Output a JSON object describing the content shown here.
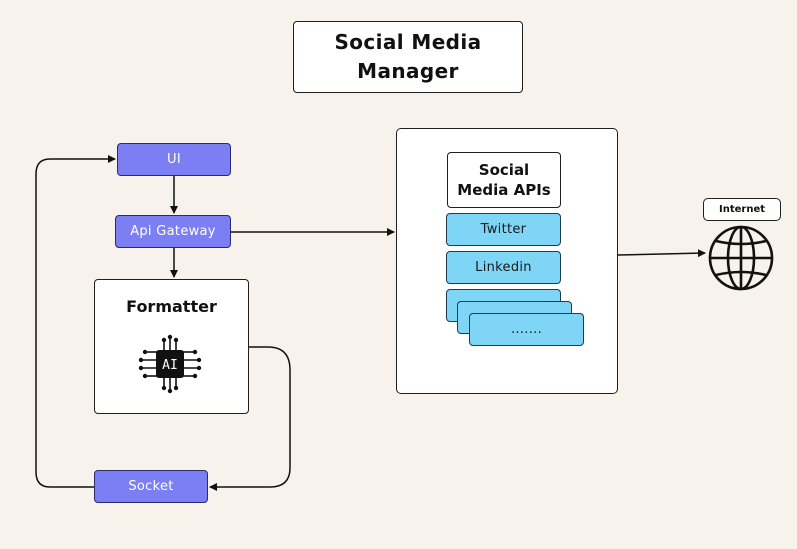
{
  "title": {
    "line1": "Social Media",
    "line2": "Manager"
  },
  "nodes": {
    "ui": "UI",
    "api_gateway": "Api Gateway",
    "formatter": "Formatter",
    "ai_chip_text": "AI",
    "socket": "Socket",
    "social_media_apis": {
      "line1": "Social",
      "line2": "Media APIs"
    },
    "twitter": "Twitter",
    "linkedin": "Linkedin",
    "more": ".......",
    "internet": "Internet"
  },
  "icons": [
    "ai-chip-icon",
    "globe-icon",
    "arrow-icon"
  ],
  "colors": {
    "background": "#f7f3ec",
    "service_fill": "#7b7ff3",
    "api_fill": "#7fd5f5",
    "panel_fill": "#ffffff"
  }
}
